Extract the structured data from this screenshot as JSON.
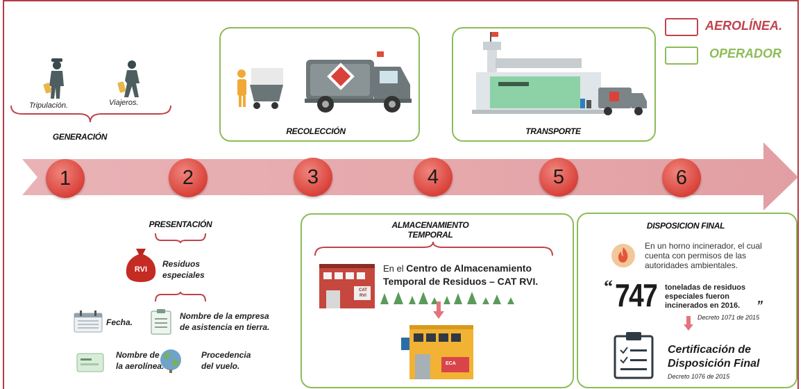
{
  "legend": {
    "aerolinea": {
      "label": "AEROLÍNEA.",
      "color": "#c0424c"
    },
    "operador": {
      "label": "OPERADOR",
      "color": "#8dbb57"
    }
  },
  "steps": [
    "1",
    "2",
    "3",
    "4",
    "5",
    "6"
  ],
  "generacion": {
    "title": "GENERACIÓN",
    "tripulacion": "Tripulación.",
    "viajeros": "Viajeros."
  },
  "recoleccion": {
    "title": "RECOLECCIÓN"
  },
  "transporte": {
    "title": "TRANSPORTE"
  },
  "presentacion": {
    "title": "PRESENTACIÓN",
    "bag_label": "RVI",
    "residuos": "Residuos\nespeciales",
    "fecha": "Fecha.",
    "empresa": "Nombre de la empresa\nde asistencia en tierra.",
    "aerolinea": "Nombre de\nla aerolínea.",
    "procedencia": "Procedencia\ndel vuelo."
  },
  "almacenamiento": {
    "title": "ALMACENAMIENTO\nTEMPORAL",
    "text_prefix": "En el ",
    "text_bold": "Centro de Almacenamiento\nTemporal de Residuos – CAT RVI.",
    "cat_sign": "CAT\nRVI",
    "eca_sign": "ECA"
  },
  "disposicion": {
    "title": "DISPOSICION FINAL",
    "horno": "En un horno incinerador, el cual\ncuenta con permisos de las\nautoridades ambientales.",
    "number": "747",
    "toneladas": "toneladas de residuos\nespeciales fueron\nincinerados en 2016.",
    "decreto1": "Decreto 1071 de 2015",
    "cert": "Certificación de\nDisposición Final",
    "decreto2": "Decreto 1076 de 2015"
  }
}
